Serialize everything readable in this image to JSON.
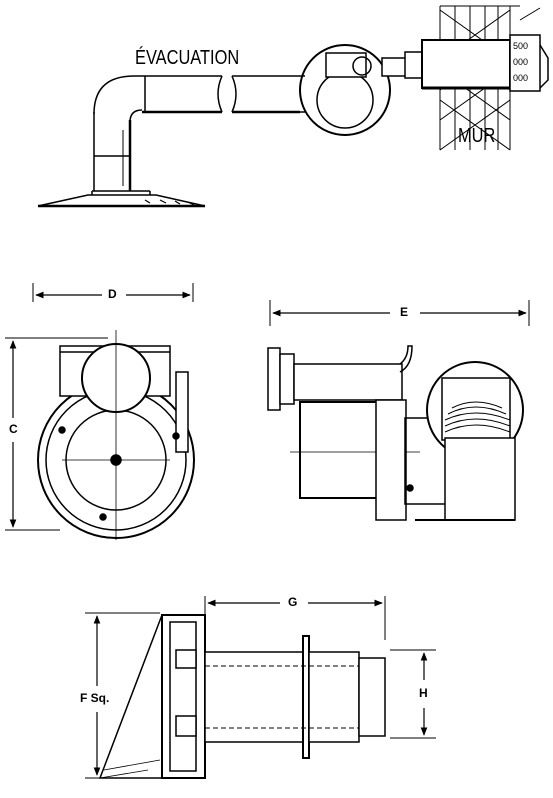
{
  "top_view": {
    "exhaust_label": "ÉVACUATION",
    "wall_label": "MUR",
    "wall_tags": [
      "500",
      "000",
      "000"
    ]
  },
  "front_view": {
    "dim_width": "D",
    "dim_height": "C"
  },
  "side_view": {
    "dim_length": "E"
  },
  "terminal_view": {
    "dim_square": "F Sq.",
    "dim_length": "G",
    "dim_height": "H"
  },
  "colors": {
    "line": "#000000",
    "background": "#ffffff"
  }
}
